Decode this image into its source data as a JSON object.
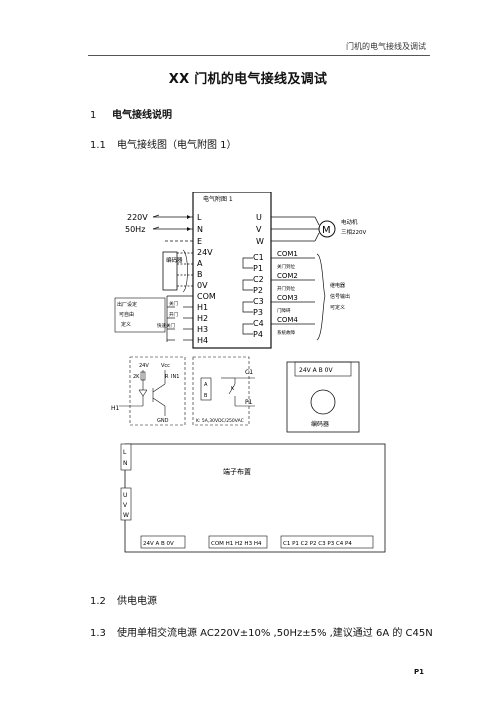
{
  "header": {
    "text": "门机的电气接线及调试"
  },
  "title": "XX 门机的电气接线及调试",
  "section1": {
    "num": "1",
    "title": "电气接线说明"
  },
  "section1_1": {
    "num": "1.1",
    "title": "电气接线图（电气附图 1）"
  },
  "section1_2": {
    "num": "1.2",
    "title": "供电电源"
  },
  "section1_3": {
    "num": "1.3",
    "text": "使用单相交流电源 AC220V±10% ,50Hz±5% ,建议通过 6A 的 C45N"
  },
  "page_number": "P1",
  "diagram": {
    "caption": "电气附图 1",
    "supply_voltage": "220V",
    "supply_freq": "50Hz",
    "left_terminals": [
      "L",
      "N",
      "E",
      "24V",
      "A",
      "B",
      "0V",
      "COM",
      "H1",
      "H2",
      "H3",
      "H4"
    ],
    "right_terminals": [
      "U",
      "V",
      "W",
      "C1",
      "P1",
      "C2",
      "P2",
      "C3",
      "P3",
      "C4",
      "P4"
    ],
    "right_labels": [
      "COM1",
      "COM2",
      "COM3",
      "COM4"
    ],
    "motor_label_1": "电动机",
    "motor_label_2": "三相220V",
    "motor_symbol": "M",
    "encoder_block_label": "编码器",
    "relay_notes": [
      "关门到位",
      "开门到位",
      "门障碍",
      "系统故障"
    ],
    "relay_group_label": [
      "继电器",
      "信号输出",
      "可定义"
    ],
    "input_group_label": [
      "出厂设定",
      "可自由",
      "定义"
    ],
    "input_notes": [
      "关门",
      "开门",
      "快速关门"
    ],
    "circuit_24v": "24V",
    "circuit_vcc": "Vcc",
    "circuit_2k": "2K",
    "circuit_r": "R",
    "circuit_in1": "IN1",
    "circuit_gnd": "GND",
    "circuit_h1": "H1",
    "relay_ab": [
      "A",
      "B"
    ],
    "relay_k": "K",
    "relay_rating": "K: 5A,30VDC/250VAC",
    "relay_c1": "C1",
    "relay_p1": "P1",
    "encoder_conn": "24V  A  B  0V",
    "encoder_name": "编码器",
    "terminal_layout_title": "端子布置",
    "layout_left_top": [
      "L",
      "N"
    ],
    "layout_left_bottom": [
      "U",
      "V",
      "W"
    ],
    "layout_bottom": [
      "24V A B 0V",
      "COM H1 H2 H3 H4",
      "C1 P1 C2 P2 C3 P3 C4 P4"
    ]
  }
}
